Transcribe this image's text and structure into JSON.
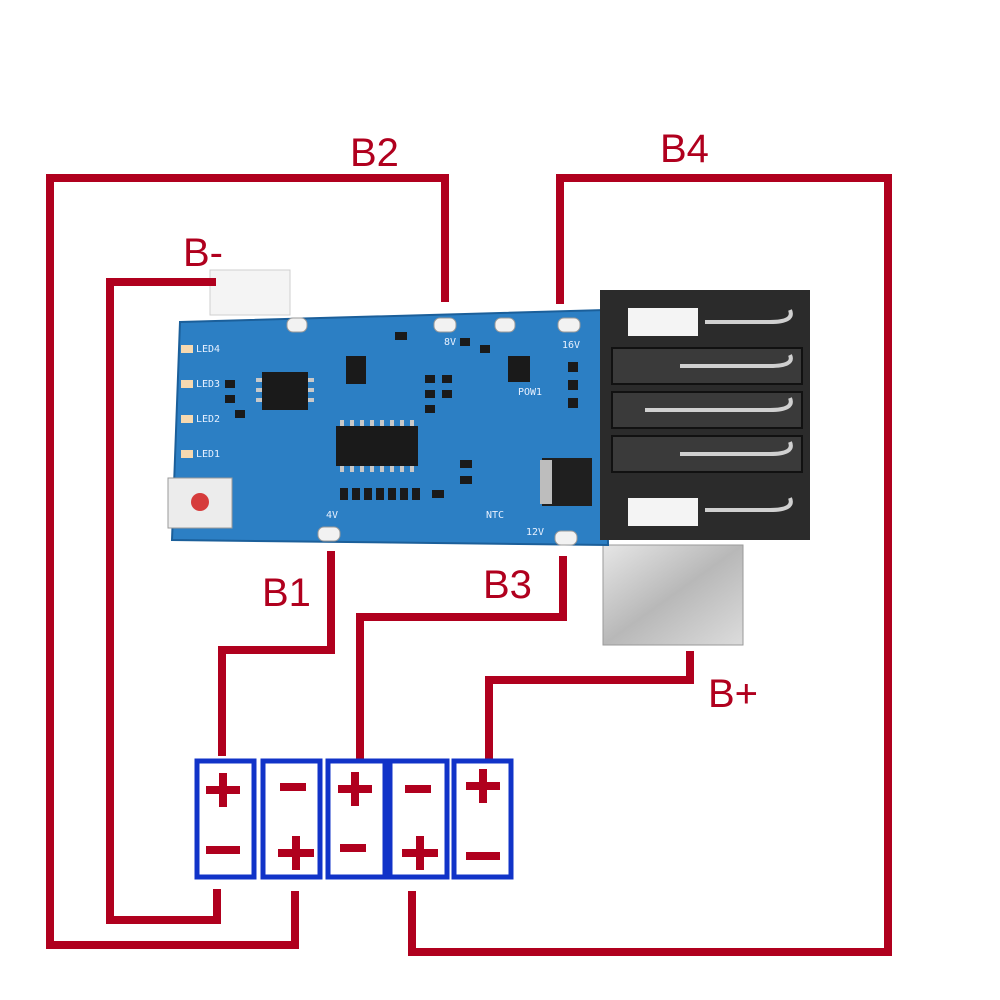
{
  "colors": {
    "wire": "#b0001e",
    "cell_outline": "#1133c8",
    "pcb": "#2c7fc4",
    "connector": "#2b2b2b"
  },
  "labels": {
    "b_minus": "B-",
    "b1": "B1",
    "b2": "B2",
    "b3": "B3",
    "b4": "B4",
    "b_plus": "B+"
  },
  "pcb_silk": {
    "v4": "4V",
    "v8": "8V",
    "v12": "12V",
    "v16": "16V",
    "ntc": "NTC",
    "pow": "POW1",
    "led1": "LED1",
    "led2": "LED2",
    "led3": "LED3",
    "led4": "LED4"
  },
  "cells": [
    {
      "top": "+",
      "bottom": "−"
    },
    {
      "top": "−",
      "bottom": "+"
    },
    {
      "top": "+",
      "bottom": "−"
    },
    {
      "top": "−",
      "bottom": "+"
    },
    {
      "top": "+",
      "bottom": "−"
    }
  ]
}
